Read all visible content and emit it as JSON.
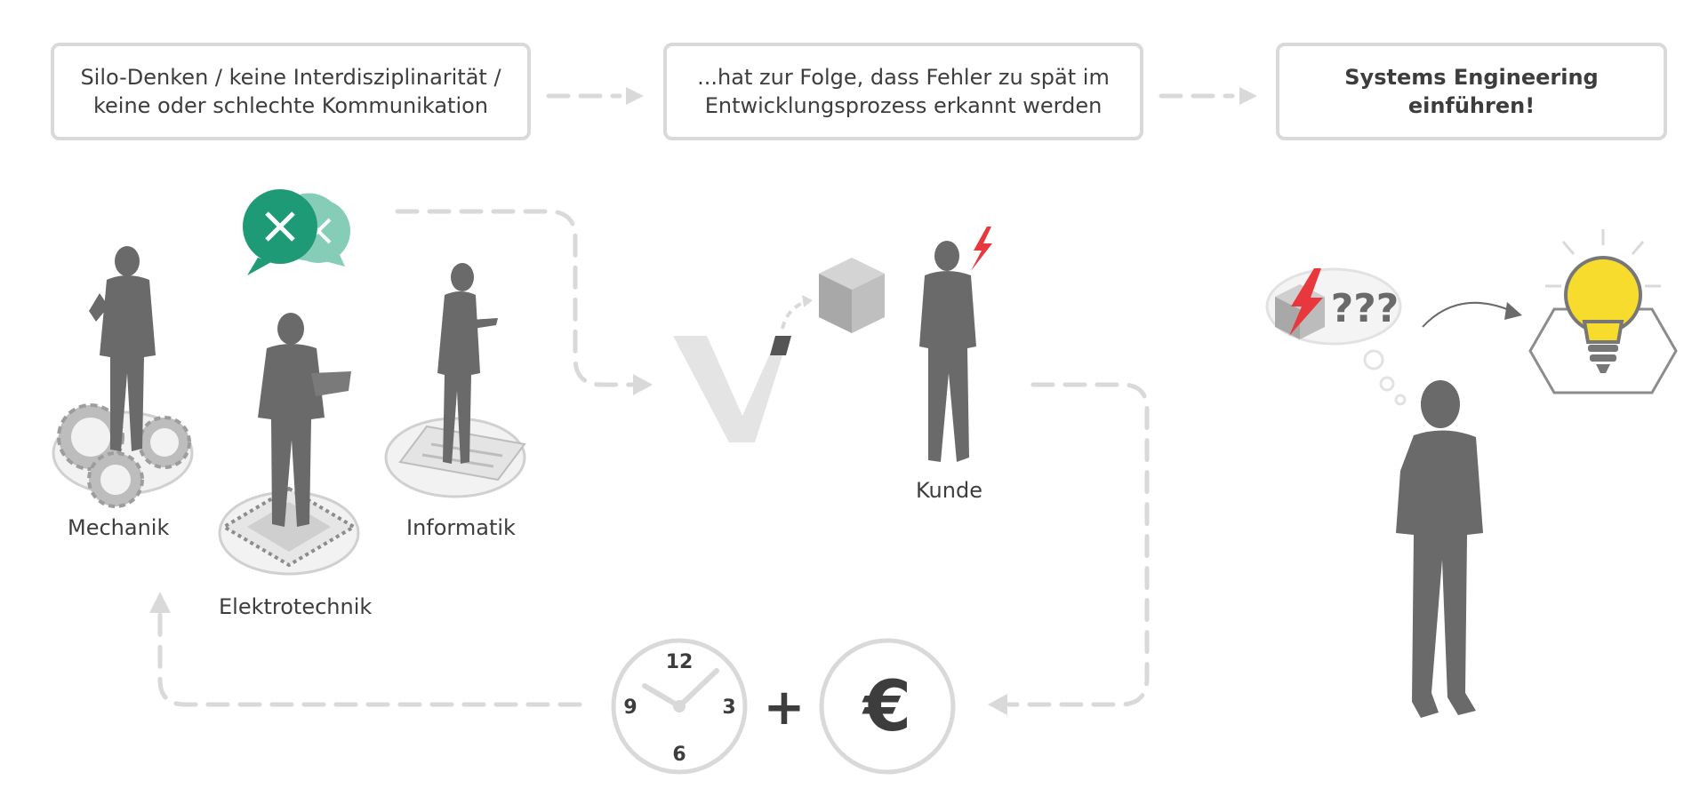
{
  "boxes": {
    "problem": {
      "line1": "Silo-Denken / keine Interdisziplinarität /",
      "line2": "keine oder schlechte Kommunikation"
    },
    "consequence": {
      "line1": "...hat zur Folge, dass Fehler zu spät im",
      "line2": "Entwicklungsprozess erkannt werden"
    },
    "solution": {
      "text": "Systems Engineering einführen!"
    }
  },
  "disciplines": {
    "mechanics": "Mechanik",
    "electrical": "Elektrotechnik",
    "informatics": "Informatik"
  },
  "customer": "Kunde",
  "clock": {
    "n12": "12",
    "n3": "3",
    "n6": "6",
    "n9": "9"
  },
  "plus": "+",
  "currency": "€",
  "question_marks": "???",
  "colors": {
    "silhouette": "#6a6a6a",
    "dashed_line": "#d9d9d9",
    "speech_dark": "#1f9a77",
    "speech_light": "#86cdb8",
    "lightning": "#e8383d",
    "bulb": "#f7dc2e"
  }
}
